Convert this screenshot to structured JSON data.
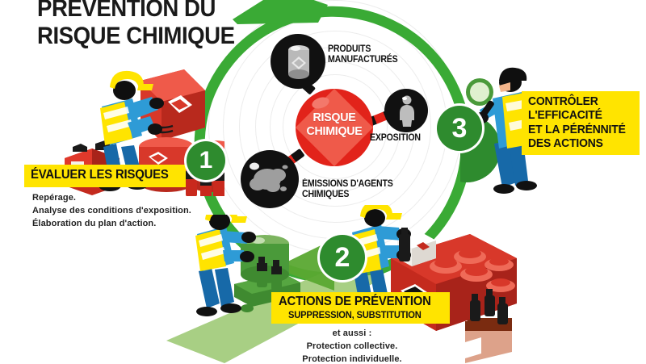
{
  "meta": {
    "poster_title_line1": "PRÉVENTION DU",
    "poster_title_line2": "RISQUE CHIMIQUE",
    "title_full": "PRÉVENTION DU\nRISQUE CHIMIQUE"
  },
  "colors": {
    "green_ring": "#3aaa35",
    "green_badge": "#2e8b2e",
    "yellow_chip": "#ffe400",
    "red_center": "#e2231a",
    "red_diamond": "#ef5a4a",
    "black_disc": "#111111",
    "light_green_path": "#a8cf84",
    "salmon_arrow": "#dda28a",
    "brown_arrow": "#7a2b10",
    "ripple_ring": "#ececec",
    "vest_yellow": "#ffe400",
    "shirt_blue": "#2e9bd6",
    "pants_blue": "#1769a8",
    "barrel_red": "#d32d20",
    "barrel_green": "#4a9a3a",
    "text_dark": "#222222"
  },
  "center": {
    "label": "RISQUE\nCHIMIQUE",
    "label_line1": "RISQUE",
    "label_line2": "CHIMIQUE"
  },
  "hazards": [
    {
      "id": "produits-manufactures",
      "caption": "PRODUITS\nMANUFACTURÉS",
      "icon": "chemical-drum-icon"
    },
    {
      "id": "exposition",
      "caption": "EXPOSITION",
      "icon": "person-silhouette-icon"
    },
    {
      "id": "emissions-agents-chimiques",
      "caption": "ÉMISSIONS D'AGENTS\nCHIMIQUES",
      "icon": "smoke-cloud-icon"
    }
  ],
  "steps": [
    {
      "number": "1",
      "chip_lines": [
        "ÉVALUER LES RISQUES"
      ],
      "body": "Repérage.\nAnalyse des conditions d'exposition.\nÉlaboration du plan d'action.",
      "body_lines": [
        "Repérage.",
        "Analyse des conditions d'exposition.",
        "Élaboration du plan d'action."
      ]
    },
    {
      "number": "2",
      "chip_lines": [
        "ACTIONS DE PRÉVENTION",
        "SUPPRESSION, SUBSTITUTION"
      ],
      "body": "et aussi :\nProtection collective.\nProtection individuelle.",
      "body_lines": [
        "et aussi :",
        "Protection collective.",
        "Protection individuelle."
      ]
    },
    {
      "number": "3",
      "chip_lines": [
        "CONTRÔLER",
        "L'EFFICACITÉ",
        "ET LA PÉRÉNNITÉ",
        "DES ACTIONS"
      ],
      "body": "",
      "body_lines": []
    }
  ],
  "scenes": {
    "scene1": {
      "name": "worker-handling-red-drums",
      "alt": "Ouvrier manipulant des fûts rouges"
    },
    "scene2": {
      "name": "worker-with-green-drum-trolley",
      "alt": "Ouvrier avec chariot et fût vert"
    },
    "scene3": {
      "name": "worker-loading-red-bin",
      "alt": "Ouvrier chargeant un bac rouge"
    },
    "scene4": {
      "name": "inspector-with-magnifier",
      "alt": "Inspecteur avec loupe"
    }
  }
}
